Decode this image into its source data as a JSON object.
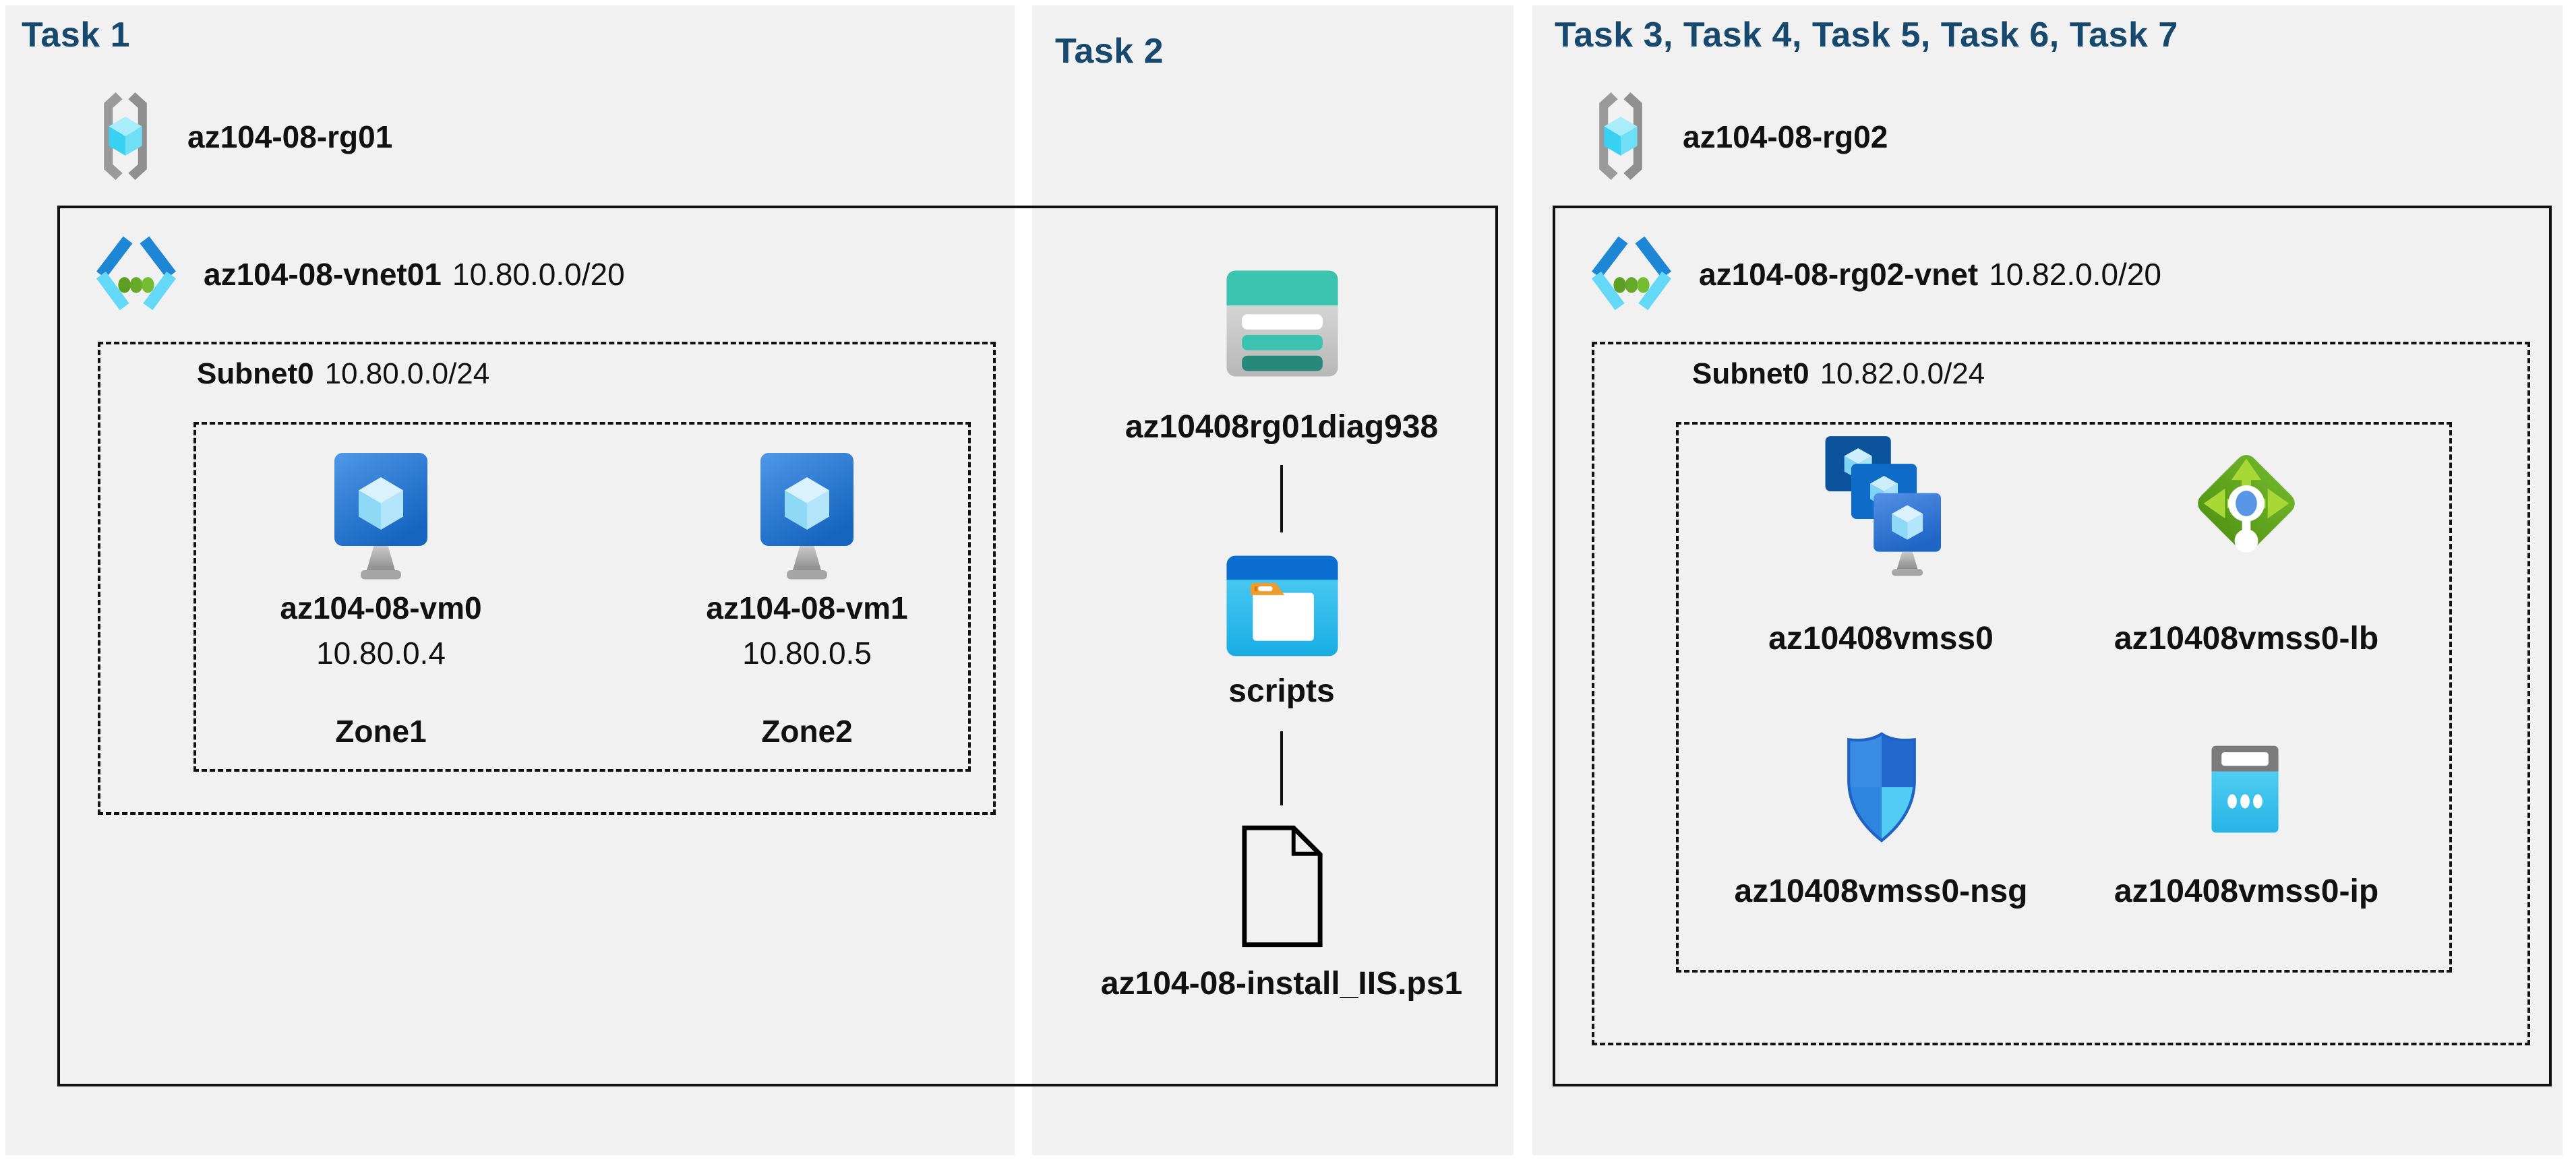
{
  "colors": {
    "panel_bg": "#f1f1f2",
    "heading": "#17486d",
    "line": "#111111",
    "vm_blue": "#2e77d0",
    "vnet_blue": "#1e87d5",
    "vnet_cyan": "#63d9f7",
    "dot_green": "#6cb32c",
    "lb_green": "#61a51f",
    "storage_teal": "#3bc3af",
    "scripts_blue": "#0d6ed2",
    "ip_cyan": "#3cc6ef",
    "rg_gray": "#9a9a9a"
  },
  "panels": {
    "task1": {
      "heading": "Task 1",
      "resource_group": {
        "name": "az104-08-rg01",
        "icon": "resource-group-icon"
      },
      "vnet": {
        "name": "az104-08-vnet01",
        "cidr": "10.80.0.0/20",
        "icon": "virtual-network-icon"
      },
      "subnet": {
        "name": "Subnet0",
        "cidr": "10.80.0.0/24"
      },
      "vms": [
        {
          "name": "az104-08-vm0",
          "ip": "10.80.0.4",
          "zone": "Zone1",
          "icon": "virtual-machine-icon"
        },
        {
          "name": "az104-08-vm1",
          "ip": "10.80.0.5",
          "zone": "Zone2",
          "icon": "virtual-machine-icon"
        }
      ]
    },
    "task2": {
      "heading": "Task 2",
      "storage_account": {
        "name": "az10408rg01diag938",
        "icon": "storage-account-icon"
      },
      "container": {
        "name": "scripts",
        "icon": "blob-container-icon"
      },
      "script_file": {
        "name": "az104-08-install_IIS.ps1",
        "icon": "file-icon"
      }
    },
    "task3": {
      "heading": "Task 3, Task 4, Task 5, Task 6, Task 7",
      "resource_group": {
        "name": "az104-08-rg02",
        "icon": "resource-group-icon"
      },
      "vnet": {
        "name": "az104-08-rg02-vnet",
        "cidr": "10.82.0.0/20",
        "icon": "virtual-network-icon"
      },
      "subnet": {
        "name": "Subnet0",
        "cidr": "10.82.0.0/24"
      },
      "resources": [
        {
          "name": "az10408vmss0",
          "type": "vm-scale-set",
          "icon": "vm-scale-set-icon"
        },
        {
          "name": "az10408vmss0-lb",
          "type": "load-balancer",
          "icon": "load-balancer-icon"
        },
        {
          "name": "az10408vmss0-nsg",
          "type": "network-security-group",
          "icon": "nsg-shield-icon"
        },
        {
          "name": "az10408vmss0-ip",
          "type": "public-ip-address",
          "icon": "public-ip-icon"
        }
      ]
    }
  }
}
